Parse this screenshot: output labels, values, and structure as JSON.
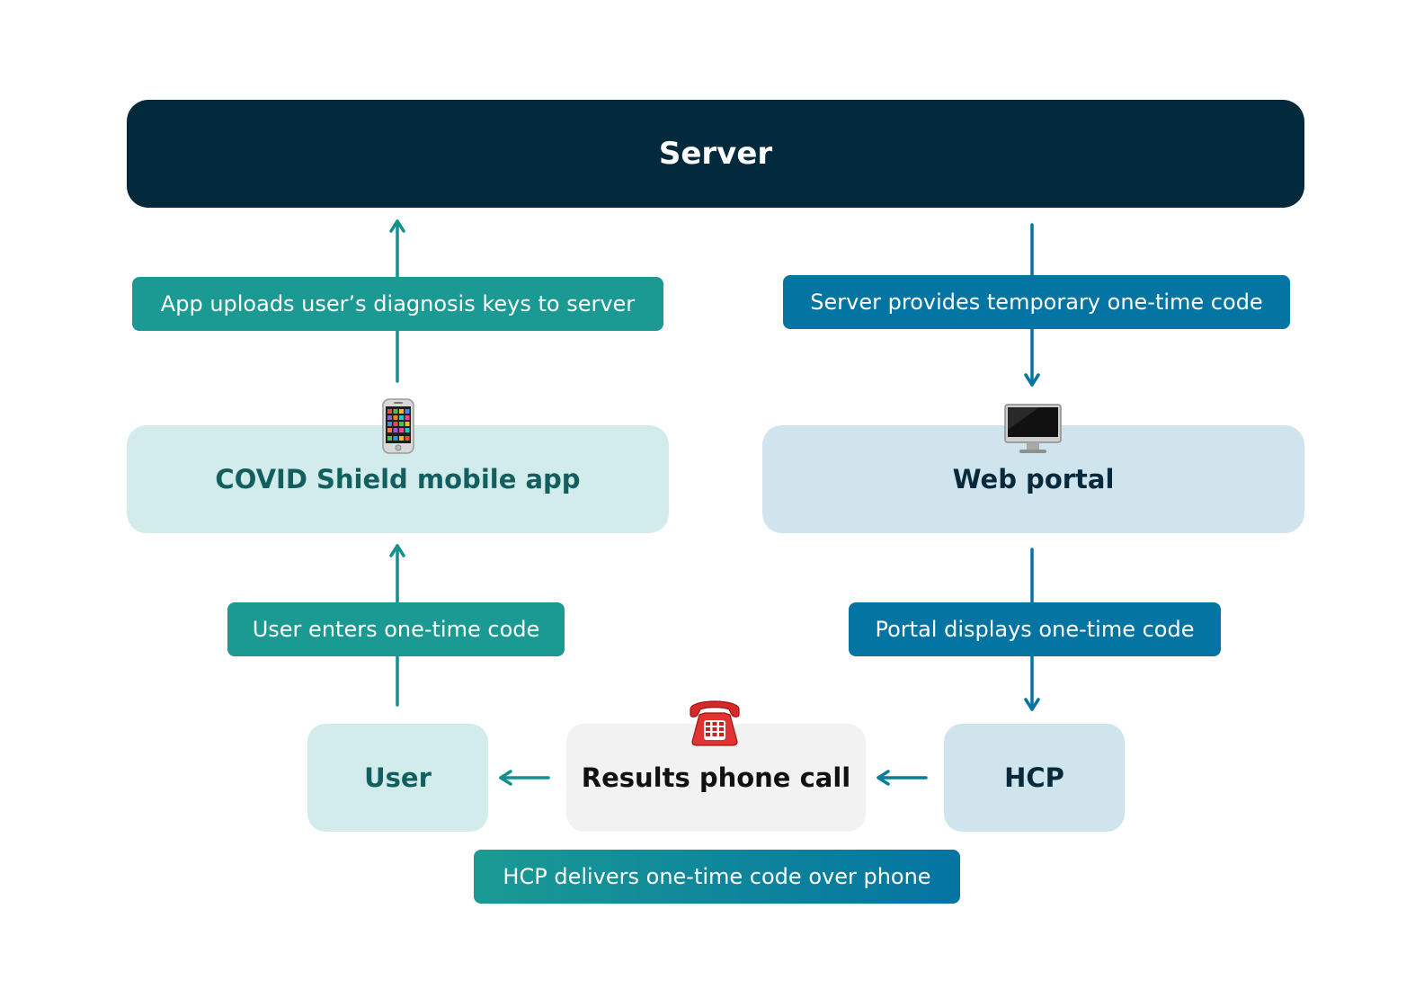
{
  "nodes": {
    "server": "Server",
    "mobile_app": "COVID Shield mobile app",
    "web_portal": "Web portal",
    "user": "User",
    "results_call": "Results phone call",
    "hcp": "HCP"
  },
  "edges": {
    "app_to_server": "App uploads user’s diagnosis keys to server",
    "server_to_portal": "Server provides temporary one-time code",
    "user_to_app": "User enters one-time code",
    "portal_to_hcp": "Portal displays one-time code",
    "hcp_to_user": "HCP delivers one-time code over phone"
  },
  "icons": {
    "mobile_app": "mobile-phone-icon",
    "web_portal": "desktop-computer-icon",
    "results_call": "telephone-icon"
  },
  "colors": {
    "server_bg": "#022a3c",
    "teal_label": "#1a9a93",
    "blue_label": "#0474a2",
    "arrow_teal": "#14908f",
    "arrow_blue": "#0474a2"
  }
}
